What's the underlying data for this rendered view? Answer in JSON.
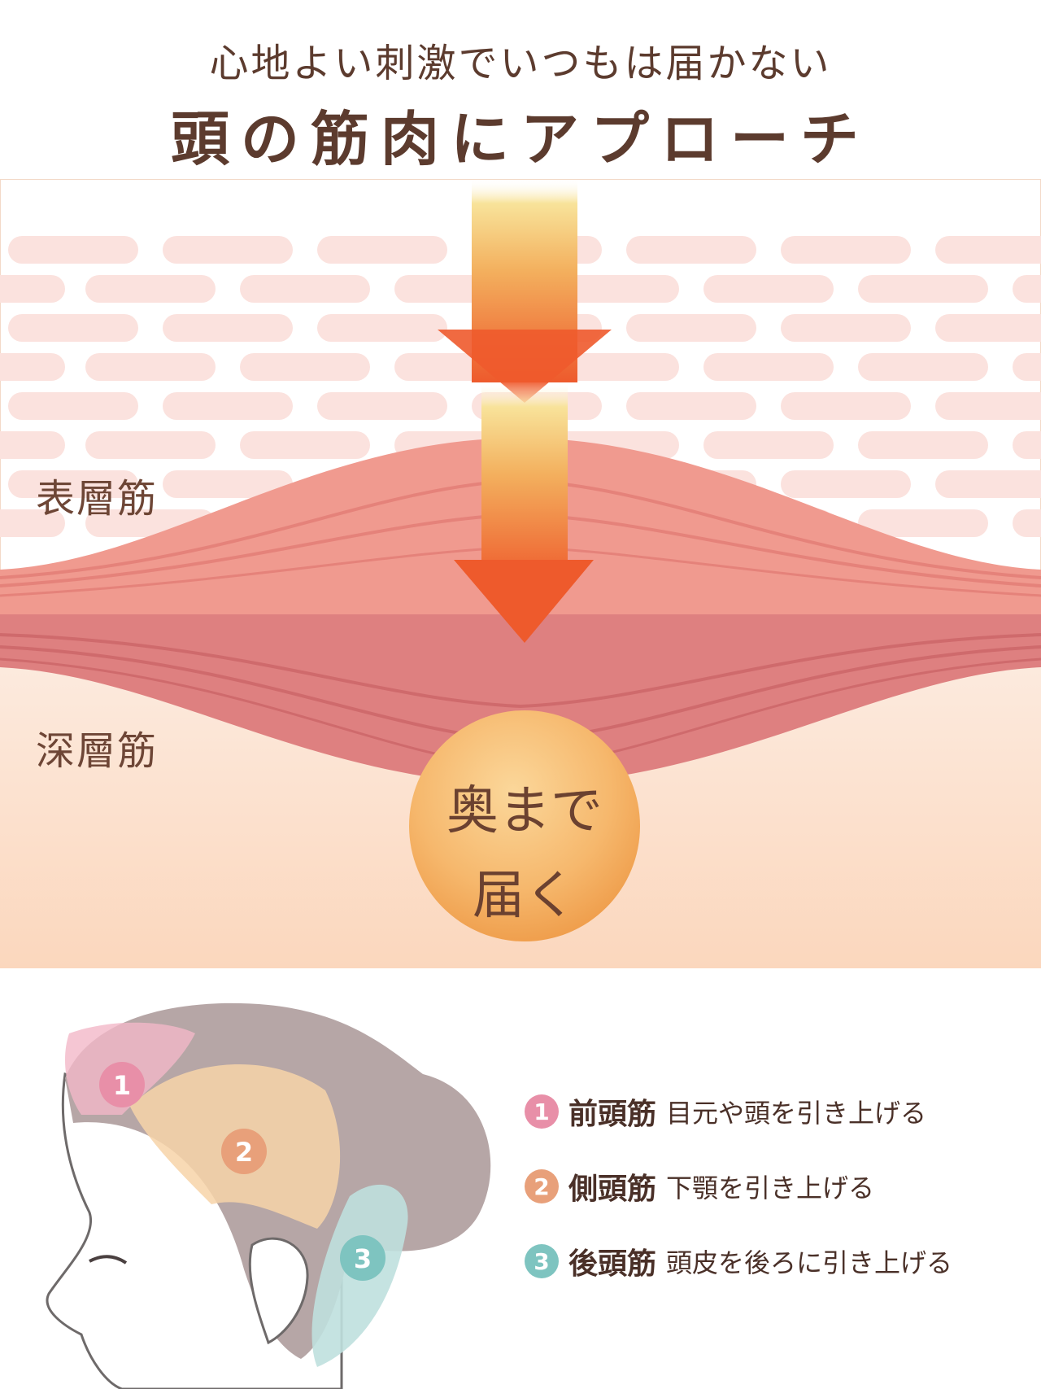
{
  "title": {
    "subtitle": "心地よい刺激でいつもは届かない",
    "headline": "頭の筋肉にアプローチ"
  },
  "layers": {
    "surface_label": "表層筋",
    "deep_label": "深層筋"
  },
  "circle": {
    "line1": "奥まで",
    "line2": "届く"
  },
  "legend": [
    {
      "num": "1",
      "name": "前頭筋",
      "desc": "目元や頭を引き上げる",
      "color": "#e88fa8"
    },
    {
      "num": "2",
      "name": "側頭筋",
      "desc": "下顎を引き上げる",
      "color": "#e8a07a"
    },
    {
      "num": "3",
      "name": "後頭筋",
      "desc": "頭皮を後ろに引き上げる",
      "color": "#7ec4c0"
    }
  ],
  "colors": {
    "text": "#5c3b2e",
    "muscle_upper": "#f09a8f",
    "muscle_lower": "#de8080",
    "arrow_top": "#f7d27a",
    "arrow_bottom": "#ee5a2c",
    "hair": "#b6a6a6"
  }
}
